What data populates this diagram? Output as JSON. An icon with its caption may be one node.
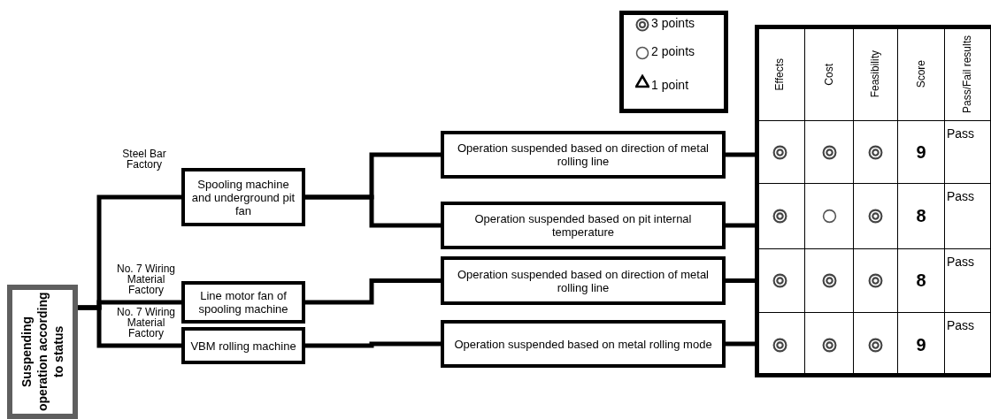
{
  "diagram": {
    "nodes": [
      {
        "text": [
          "Suspending operation according to status"
        ]
      },
      {
        "text": [
          "Spooling machine and underground pit fan"
        ]
      },
      {
        "text": [
          "Line motor fan of spooling machine"
        ]
      },
      {
        "text": [
          "VBM rolling machine"
        ]
      },
      {
        "text": [
          "Operation suspended based on direction of metal rolling line"
        ]
      },
      {
        "text": [
          "Operation suspended based on pit internal temperature"
        ]
      },
      {
        "text": [
          "Operation suspended based on direction of metal rolling line"
        ]
      },
      {
        "text": [
          "Operation suspended based on metal rolling mode"
        ]
      }
    ],
    "edges": [
      {
        "from": 0,
        "to": 1,
        "arrow": "none"
      },
      {
        "from": 0,
        "to": 2,
        "arrow": "none"
      },
      {
        "from": 0,
        "to": 3,
        "arrow": "none"
      },
      {
        "from": 1,
        "to": 4,
        "arrow": "none"
      },
      {
        "from": 1,
        "to": 5,
        "arrow": "none"
      },
      {
        "from": 2,
        "to": 6,
        "arrow": "none"
      },
      {
        "from": 3,
        "to": 7,
        "arrow": "none"
      },
      {
        "from": 4,
        "to": null,
        "arrow": "none"
      },
      {
        "from": 5,
        "to": null,
        "arrow": "none"
      },
      {
        "from": 6,
        "to": null,
        "arrow": "none"
      },
      {
        "from": 7,
        "to": null,
        "arrow": "none"
      }
    ],
    "labels": [
      "Steel Bar Factory",
      "No. 7 Wiring Material Factory",
      "No. 7 Wiring Material Factory",
      "Effects",
      "Cost",
      "Feasibility",
      "Score",
      "Pass/Fail results",
      "9",
      "Pass",
      "8",
      "Pass",
      "8",
      "Pass",
      "9",
      "Pass"
    ],
    "legend": [
      {
        "text": "3 points"
      },
      {
        "text": "2 points"
      },
      {
        "text": "1 point"
      }
    ]
  }
}
